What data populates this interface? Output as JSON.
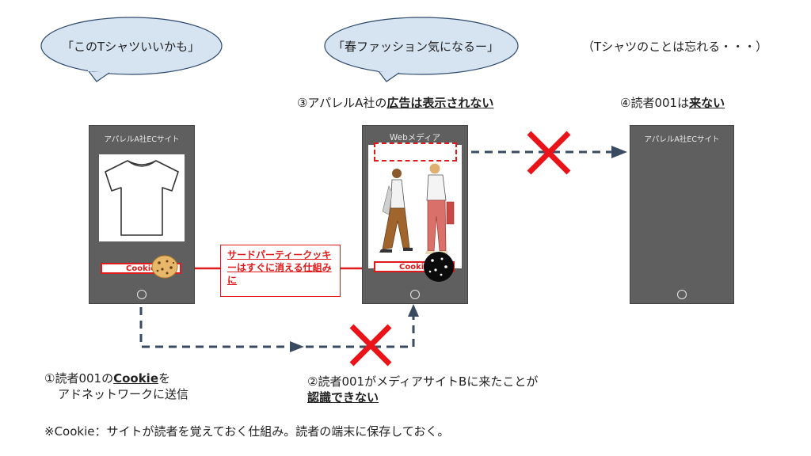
{
  "bubbles": {
    "left": "「このTシャツいいかも」",
    "middle": "「春ファッション気になるー」",
    "right": "（Tシャツのことは忘れる・・・）"
  },
  "headings": {
    "step3_prefix": "③アパレルA社の",
    "step3_bold": "広告は表示されない",
    "step4_prefix": "④読者001は",
    "step4_bold": "来ない"
  },
  "phones": {
    "ec_title": "アパレルA社ECサイト",
    "media_title": "Webメディア",
    "ec_title_right": "アパレルA社ECサイト",
    "cookie_label": "Cookie"
  },
  "third_party_note": "サードパーティークッキーはすぐに消える仕組みに",
  "captions": {
    "step1_prefix": "①読者001の",
    "step1_bold": "Cookie",
    "step1_suffix": "を",
    "step1_line2": "アドネットワークに送信",
    "step2_line1": "②読者001がメディアサイトBに来たことが",
    "step2_line2": "認識できない",
    "footnote": "※Cookie：サイトが読者を覚えておく仕組み。読者の端末に保存しておく。"
  },
  "colors": {
    "bubble_fill": "#d6e3f1",
    "bubble_stroke": "#2f4b6c",
    "phone": "#5f5f5f",
    "alert_red": "#e0191a",
    "dashed_arrow": "#3a4a60"
  },
  "icons": {
    "cross": "red-x-icon",
    "cookie": "cookie-icon",
    "burnt_cookie": "burnt-cookie-icon",
    "tshirt": "tshirt-image",
    "models": "fashion-models-image"
  }
}
